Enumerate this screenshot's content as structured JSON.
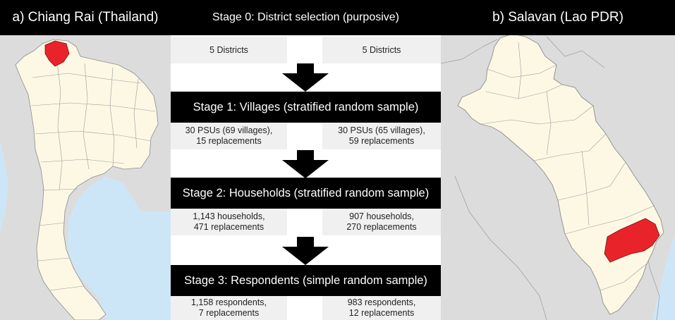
{
  "left_map": {
    "title": "a) Chiang Rai (Thailand)"
  },
  "right_map": {
    "title": "b) Salavan (Lao PDR)"
  },
  "stages": [
    {
      "title": "Stage 0: District selection (purposive)",
      "left": [
        "5 Districts"
      ],
      "right": [
        "5 Districts"
      ]
    },
    {
      "title": "Stage 1: Villages (stratified random sample)",
      "left": [
        "30 PSUs (69 villages),",
        "15 replacements"
      ],
      "right": [
        "30 PSUs (65 villages),",
        "59 replacements"
      ]
    },
    {
      "title": "Stage 2: Households (stratified random sample)",
      "left": [
        "1,143 households,",
        "471 replacements"
      ],
      "right": [
        "907 households,",
        "270 replacements"
      ]
    },
    {
      "title": "Stage 3: Respondents (simple random sample)",
      "left": [
        "1,158 respondents,",
        "7 replacements"
      ],
      "right": [
        "983 respondents,",
        "12 replacements"
      ]
    }
  ],
  "colors": {
    "highlight": "#e8242a",
    "land": "#fdf8e4",
    "water": "#cde6f7",
    "outside": "#dcdcdc",
    "bar": "#000000"
  }
}
